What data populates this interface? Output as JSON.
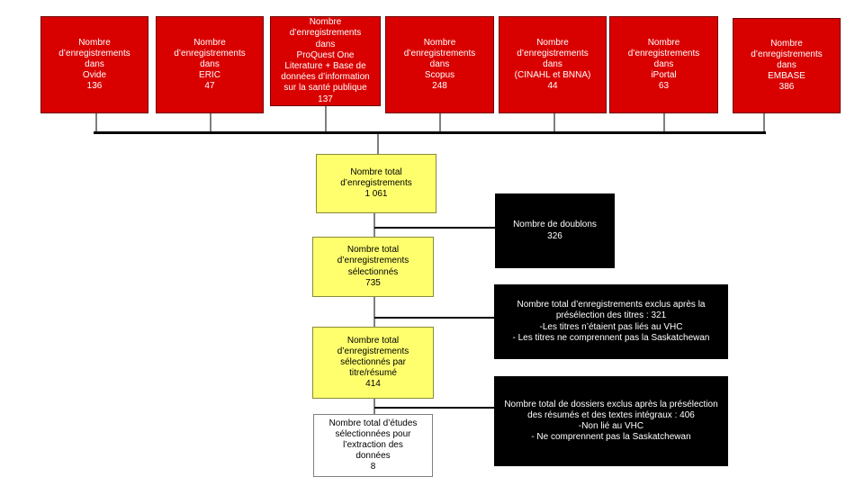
{
  "sources": [
    {
      "label": "Nombre\nd’enregistrements\ndans\nOvide\n136"
    },
    {
      "label": "Nombre\nd’enregistrements\ndans\nERIC\n47"
    },
    {
      "label": "Nombre\nd’enregistrements\ndans\nProQuest One\nLiterature + Base de\ndonnées d’information\nsur la santé publique\n137"
    },
    {
      "label": "Nombre\nd’enregistrements\ndans\nScopus\n248"
    },
    {
      "label": "Nombre\nd’enregistrements\ndans\n(CINAHL et BNNA)\n44"
    },
    {
      "label": "Nombre\nd’enregistrements\ndans\niPortal\n63"
    },
    {
      "label": "Nombre\nd’enregistrements\ndans\nEMBASE\n386"
    }
  ],
  "total": {
    "label": "Nombre total\nd’enregistrements\n1 061"
  },
  "duplicates": {
    "label": "Nombre de doublons\n326"
  },
  "screened": {
    "label": "Nombre total\nd’enregistrements\nsélectionnés\n735"
  },
  "excluded_titles": {
    "label": "Nombre total d’enregistrements exclus après la\nprésélection des titres : 321\n-Les titres n’étaient pas liés au VHC\n- Les titres ne comprennent pas la Saskatchewan"
  },
  "screened_abstract": {
    "label": "Nombre total\nd’enregistrements\nsélectionnés par\ntitre/résumé\n414"
  },
  "excluded_fulltext": {
    "label": "Nombre total de dossiers exclus après la présélection\ndes résumés et des textes intégraux : 406\n-Non lié au VHC\n- Ne comprennent pas la Saskatchewan"
  },
  "included": {
    "label": "Nombre total d’études\nsélectionnées pour\nl’extraction des\ndonnées\n8"
  }
}
